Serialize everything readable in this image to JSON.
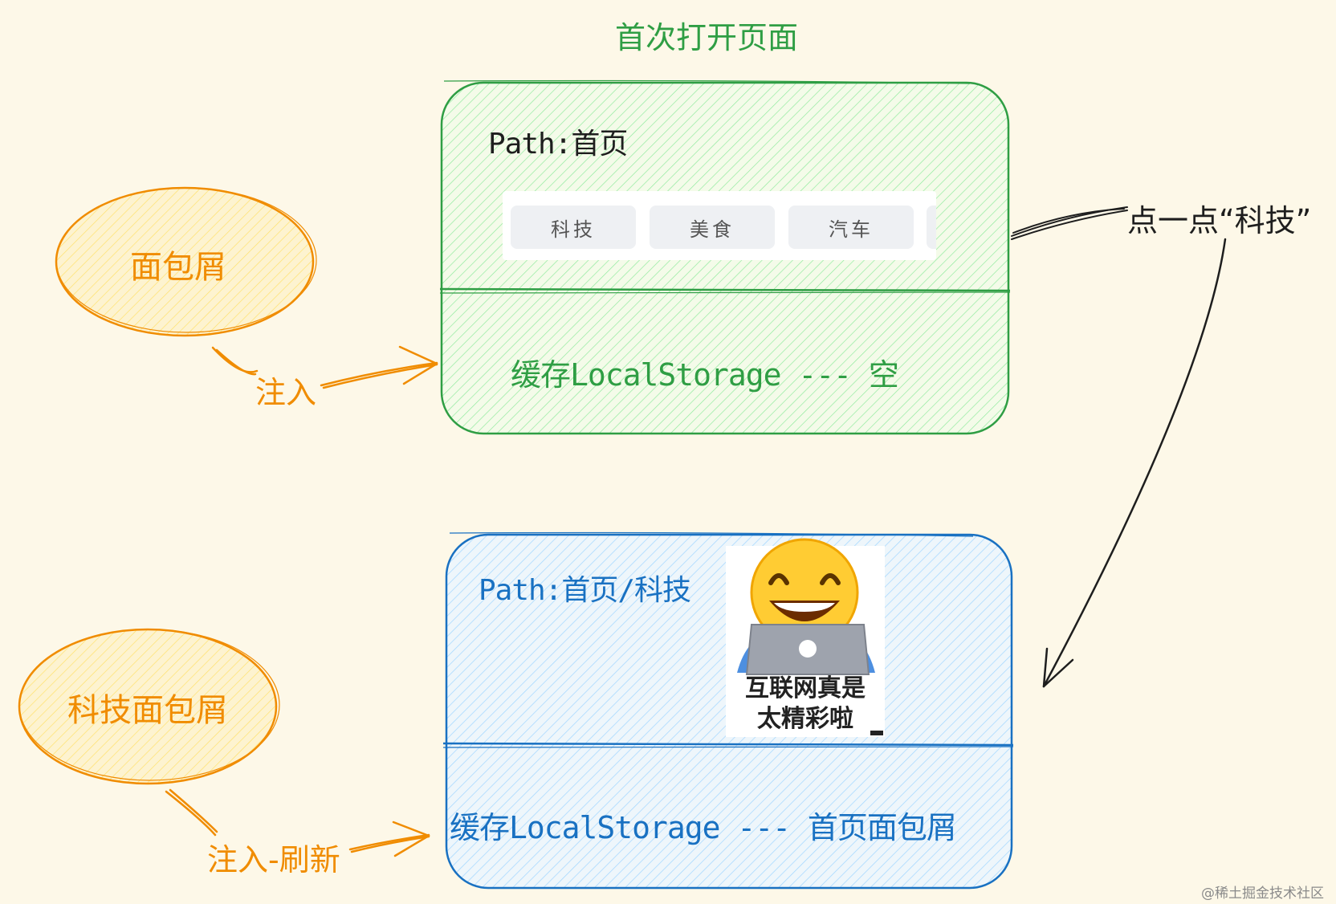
{
  "title": "首次打开页面",
  "top_box": {
    "path_label": "Path:首页",
    "tabs": [
      "科技",
      "美食",
      "汽车"
    ],
    "cache_label": "缓存LocalStorage --- 空"
  },
  "bottom_box": {
    "path_label": "Path:首页/科技",
    "cache_label": "缓存LocalStorage --- 首页面包屑"
  },
  "left_top": {
    "bubble_label": "面包屑",
    "arrow_label": "注入"
  },
  "left_bottom": {
    "bubble_label": "科技面包屑",
    "arrow_label": "注入-刷新"
  },
  "right_annotation": "点一点“科技”",
  "meme": {
    "caption_line1": "互联网真是",
    "caption_line2": "太精彩啦"
  },
  "watermark": "@稀土掘金技术社区",
  "colors": {
    "background": "#fdf8e8",
    "green": "#2f9e44",
    "green_fill": "#b2f2bb",
    "blue": "#1971c2",
    "blue_fill": "#a5d8ff",
    "orange": "#f08c00",
    "orange_fill": "#ffec99",
    "ink": "#1e1e1e"
  }
}
